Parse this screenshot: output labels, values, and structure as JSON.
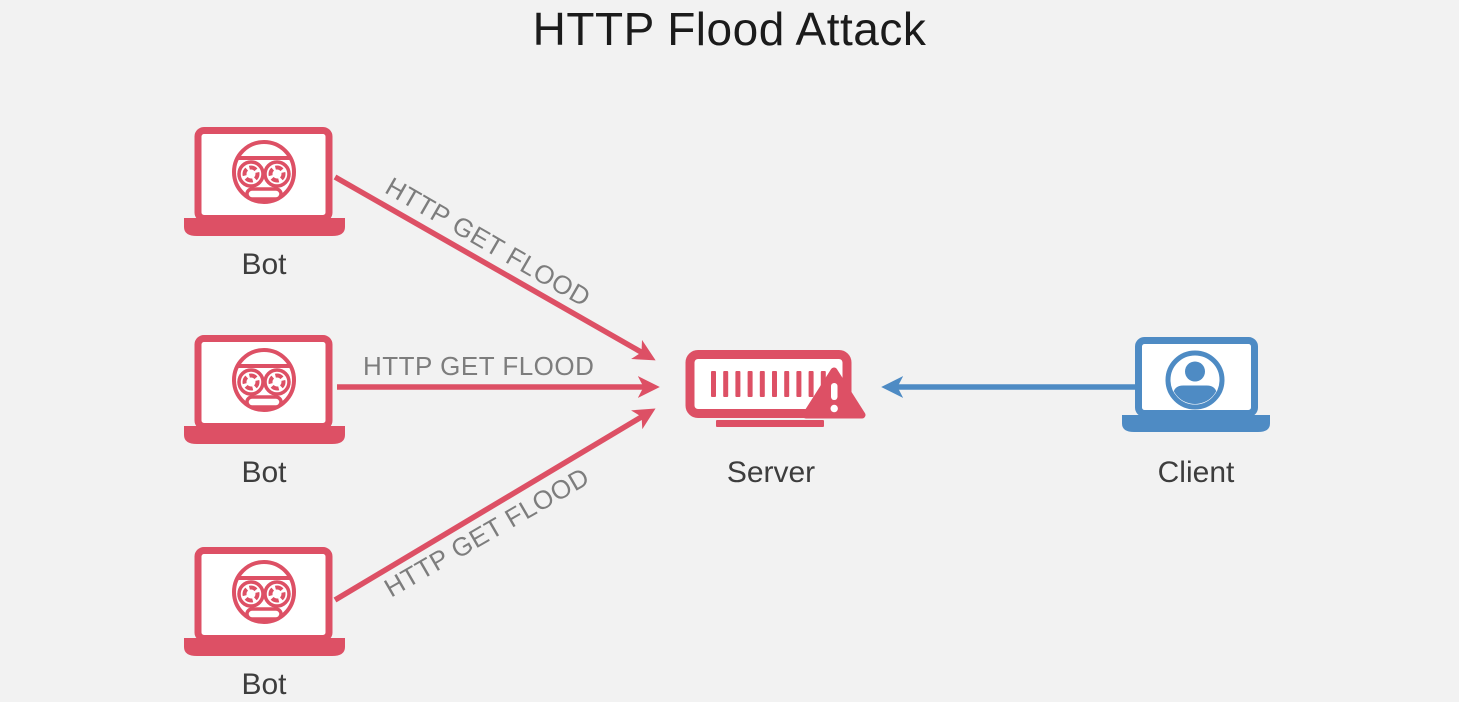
{
  "title": "HTTP Flood Attack",
  "colors": {
    "background": "#f2f2f2",
    "attack_red": "#dd5065",
    "client_blue": "#4e8bc4",
    "node_label_gray": "#3d3d3d",
    "edge_label_gray": "#7d7d7d",
    "title_black": "#1b1b1b"
  },
  "nodes": {
    "bots": [
      {
        "label": "Bot",
        "icon": "bot-laptop-icon"
      },
      {
        "label": "Bot",
        "icon": "bot-laptop-icon"
      },
      {
        "label": "Bot",
        "icon": "bot-laptop-icon"
      }
    ],
    "server": {
      "label": "Server",
      "icon": "server-warning-icon"
    },
    "client": {
      "label": "Client",
      "icon": "client-laptop-icon"
    }
  },
  "edges": [
    {
      "from": "bot-1",
      "to": "server",
      "label": "HTTP GET FLOOD",
      "color": "#dd5065"
    },
    {
      "from": "bot-2",
      "to": "server",
      "label": "HTTP GET FLOOD",
      "color": "#dd5065"
    },
    {
      "from": "bot-3",
      "to": "server",
      "label": "HTTP GET FLOOD",
      "color": "#dd5065"
    },
    {
      "from": "client",
      "to": "server",
      "label": "",
      "color": "#4e8bc4"
    }
  ]
}
